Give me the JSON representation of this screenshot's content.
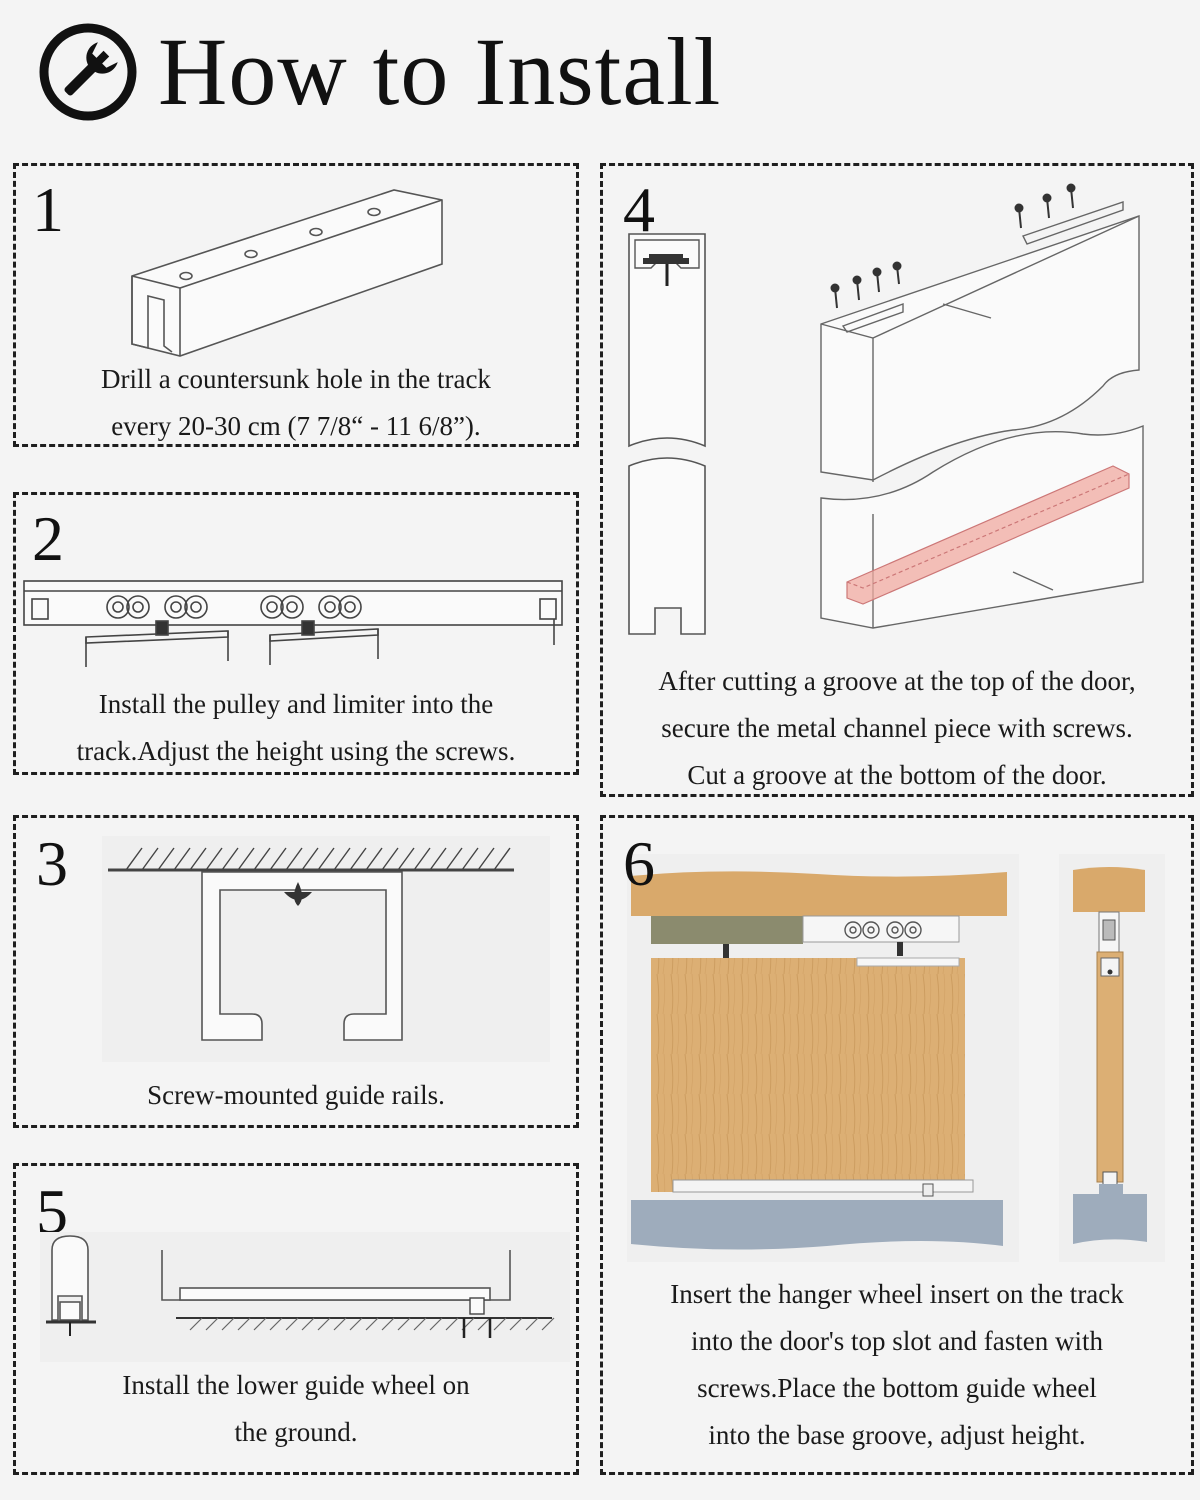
{
  "header": {
    "title": "How to Install",
    "icon": "wrench-icon"
  },
  "steps": [
    {
      "number": "1",
      "lines": [
        "Drill a countersunk hole in the track",
        "every 20-30 cm (7 7/8“ - 11 6/8”)."
      ]
    },
    {
      "number": "2",
      "lines": [
        "Install the pulley and limiter into the",
        "track.Adjust the height using the screws."
      ]
    },
    {
      "number": "3",
      "lines": [
        "Screw-mounted guide rails."
      ]
    },
    {
      "number": "4",
      "lines": [
        "After cutting a groove at the top of the door,",
        "secure the metal channel piece with screws.",
        "Cut a groove at the bottom of the door."
      ]
    },
    {
      "number": "5",
      "lines": [
        "Install the lower guide wheel on",
        "the ground."
      ]
    },
    {
      "number": "6",
      "lines": [
        "Insert the hanger wheel insert on the track",
        "into the door's top slot and fasten with",
        "screws.Place the bottom guide wheel",
        "into the base groove, adjust height."
      ]
    }
  ],
  "colors": {
    "wood": "#d9ad74",
    "floor": "#9eacbc",
    "groove_highlight": "#f0a9a0",
    "dashed_border": "#1f1f1f"
  }
}
